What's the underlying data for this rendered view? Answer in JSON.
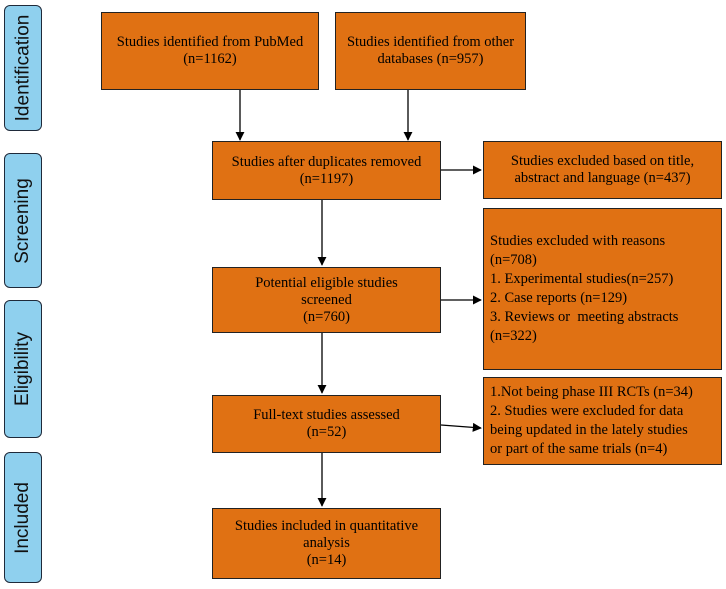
{
  "phases": [
    {
      "id": "identification",
      "label": "Identification"
    },
    {
      "id": "screening",
      "label": "Screening"
    },
    {
      "id": "eligibility",
      "label": "Eligibility"
    },
    {
      "id": "included",
      "label": "Included"
    }
  ],
  "boxes": {
    "pubmed": [
      "Studies identified from PubMed",
      "(n=1162)"
    ],
    "other_databases": [
      "Studies identified from other",
      "databases (n=957)"
    ],
    "after_duplicates": [
      "Studies after duplicates removed",
      "(n=1197)"
    ],
    "excluded_title": [
      "Studies excluded based on title,",
      "abstract and language (n=437)"
    ],
    "potential_eligible": [
      "Potential eligible studies",
      "screened",
      "(n=760)"
    ],
    "excluded_reasons": [
      "Studies excluded with reasons",
      "(n=708)",
      "1. Experimental studies(n=257)",
      "2. Case reports (n=129)",
      "3. Reviews or  meeting abstracts",
      "(n=322)"
    ],
    "full_text": [
      "Full-text studies assessed",
      "(n=52)"
    ],
    "excluded_fulltext": [
      "1.Not being phase III RCTs (n=34)",
      "2. Studies were excluded for data",
      "being updated in the lately studies",
      "or part of the same trials (n=4)"
    ],
    "included": [
      "Studies included in quantitative",
      "analysis",
      "(n=14)"
    ]
  }
}
